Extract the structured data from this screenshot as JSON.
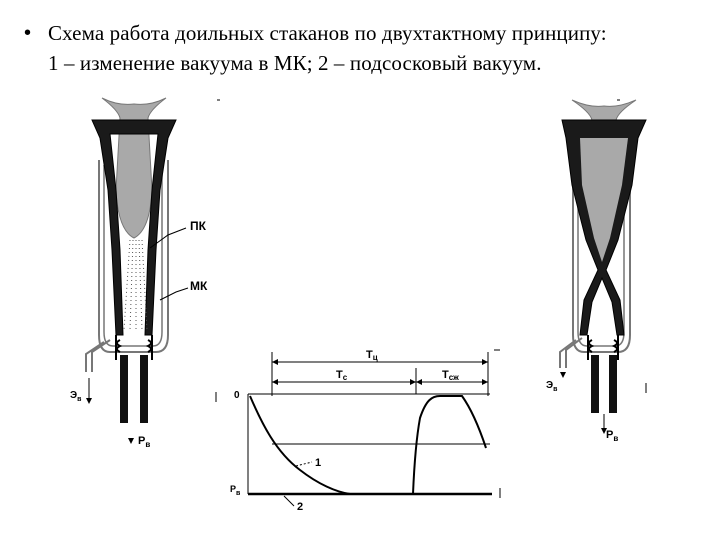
{
  "caption": {
    "bullet": "•",
    "line1": "Схема работа доильных стаканов по двухтактному принципу:",
    "line2": "1 – изменение вакуума в МК; 2 – подсосковый вакуум."
  },
  "labels": {
    "pk": "ПК",
    "mk": "МК",
    "pv_left": "P",
    "pv_left_sub": "в",
    "pv_right": "P",
    "pv_right_sub": "в",
    "pv_left_air": "Э",
    "pv_left_air_sub": "в",
    "pv_right_air": "Э",
    "pv_right_air_sub": "в"
  },
  "graph": {
    "tc_label": "T",
    "tc_sub": "ц",
    "ts_label": "T",
    "ts_sub": "с",
    "tsj_label": "T",
    "tsj_sub": "сж",
    "zero": "0",
    "pv_axis": "P",
    "pv_axis_sub": "в",
    "curve1": "1",
    "curve2": "2"
  }
}
